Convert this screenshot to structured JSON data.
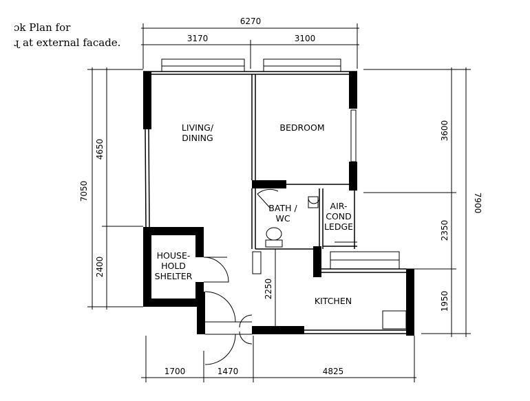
{
  "caption": {
    "line1": "ɔk Plan for",
    "line2": "ɻ at external facade."
  },
  "rooms": {
    "living_line1": "LIVING/",
    "living_line2": "DINING",
    "bedroom": "BEDROOM",
    "bath_line1": "BATH /",
    "bath_line2": "WC",
    "aircon_line1": "AIR-",
    "aircon_line2": "COND",
    "aircon_line3": "LEDGE",
    "shelter_line1": "HOUSE-",
    "shelter_line2": "HOLD",
    "shelter_line3": "SHELTER",
    "kitchen": "KITCHEN"
  },
  "dimensions": {
    "top_total": "6270",
    "top_left": "3170",
    "top_right": "3100",
    "left_total": "7050",
    "left_upper": "4650",
    "left_lower": "2400",
    "right_total": "7900",
    "right_top": "3600",
    "right_mid": "2350",
    "right_bottom": "1950",
    "bottom_left": "1700",
    "bottom_mid": "1470",
    "bottom_right": "4825",
    "kitchen_depth": "2250"
  }
}
